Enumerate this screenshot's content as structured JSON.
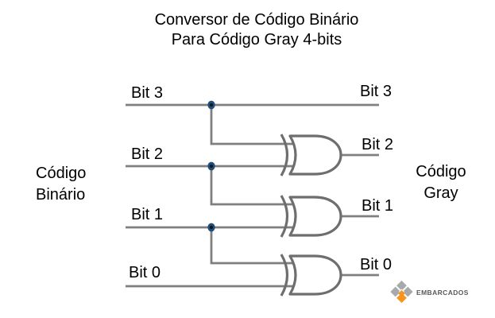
{
  "title": {
    "line1": "Conversor de Código Binário",
    "line2": "Para Código Gray 4-bits"
  },
  "side_labels": {
    "left": {
      "line1": "Código",
      "line2": "Binário"
    },
    "right": {
      "line1": "Código",
      "line2": "Gray"
    }
  },
  "bits": {
    "inputs": [
      "Bit 3",
      "Bit 2",
      "Bit 1",
      "Bit 0"
    ],
    "outputs": [
      "Bit 3",
      "Bit 2",
      "Bit 1",
      "Bit 0"
    ]
  },
  "circuit": {
    "type": "binary-to-gray-converter",
    "bit_count": 4,
    "passthrough": {
      "from": "Bit 3",
      "to": "Bit 3"
    },
    "gates": [
      {
        "type": "XOR",
        "inputs": [
          "Bit 3",
          "Bit 2"
        ],
        "output": "Bit 2"
      },
      {
        "type": "XOR",
        "inputs": [
          "Bit 2",
          "Bit 1"
        ],
        "output": "Bit 1"
      },
      {
        "type": "XOR",
        "inputs": [
          "Bit 1",
          "Bit 0"
        ],
        "output": "Bit 0"
      }
    ]
  },
  "logo": {
    "text": "EMBARCADOS"
  },
  "colors": {
    "background": "#ffffff",
    "wire": "#7f7f7f",
    "gate_outline": "#6e6e6e",
    "gate_fill": "#ffffff",
    "junction": "#1f4e79",
    "junction_core": "#10151a",
    "text": "#000000",
    "logo_gray": "#a7a9ac",
    "logo_orange": "#f7941e",
    "logo_text": "#58595b"
  }
}
